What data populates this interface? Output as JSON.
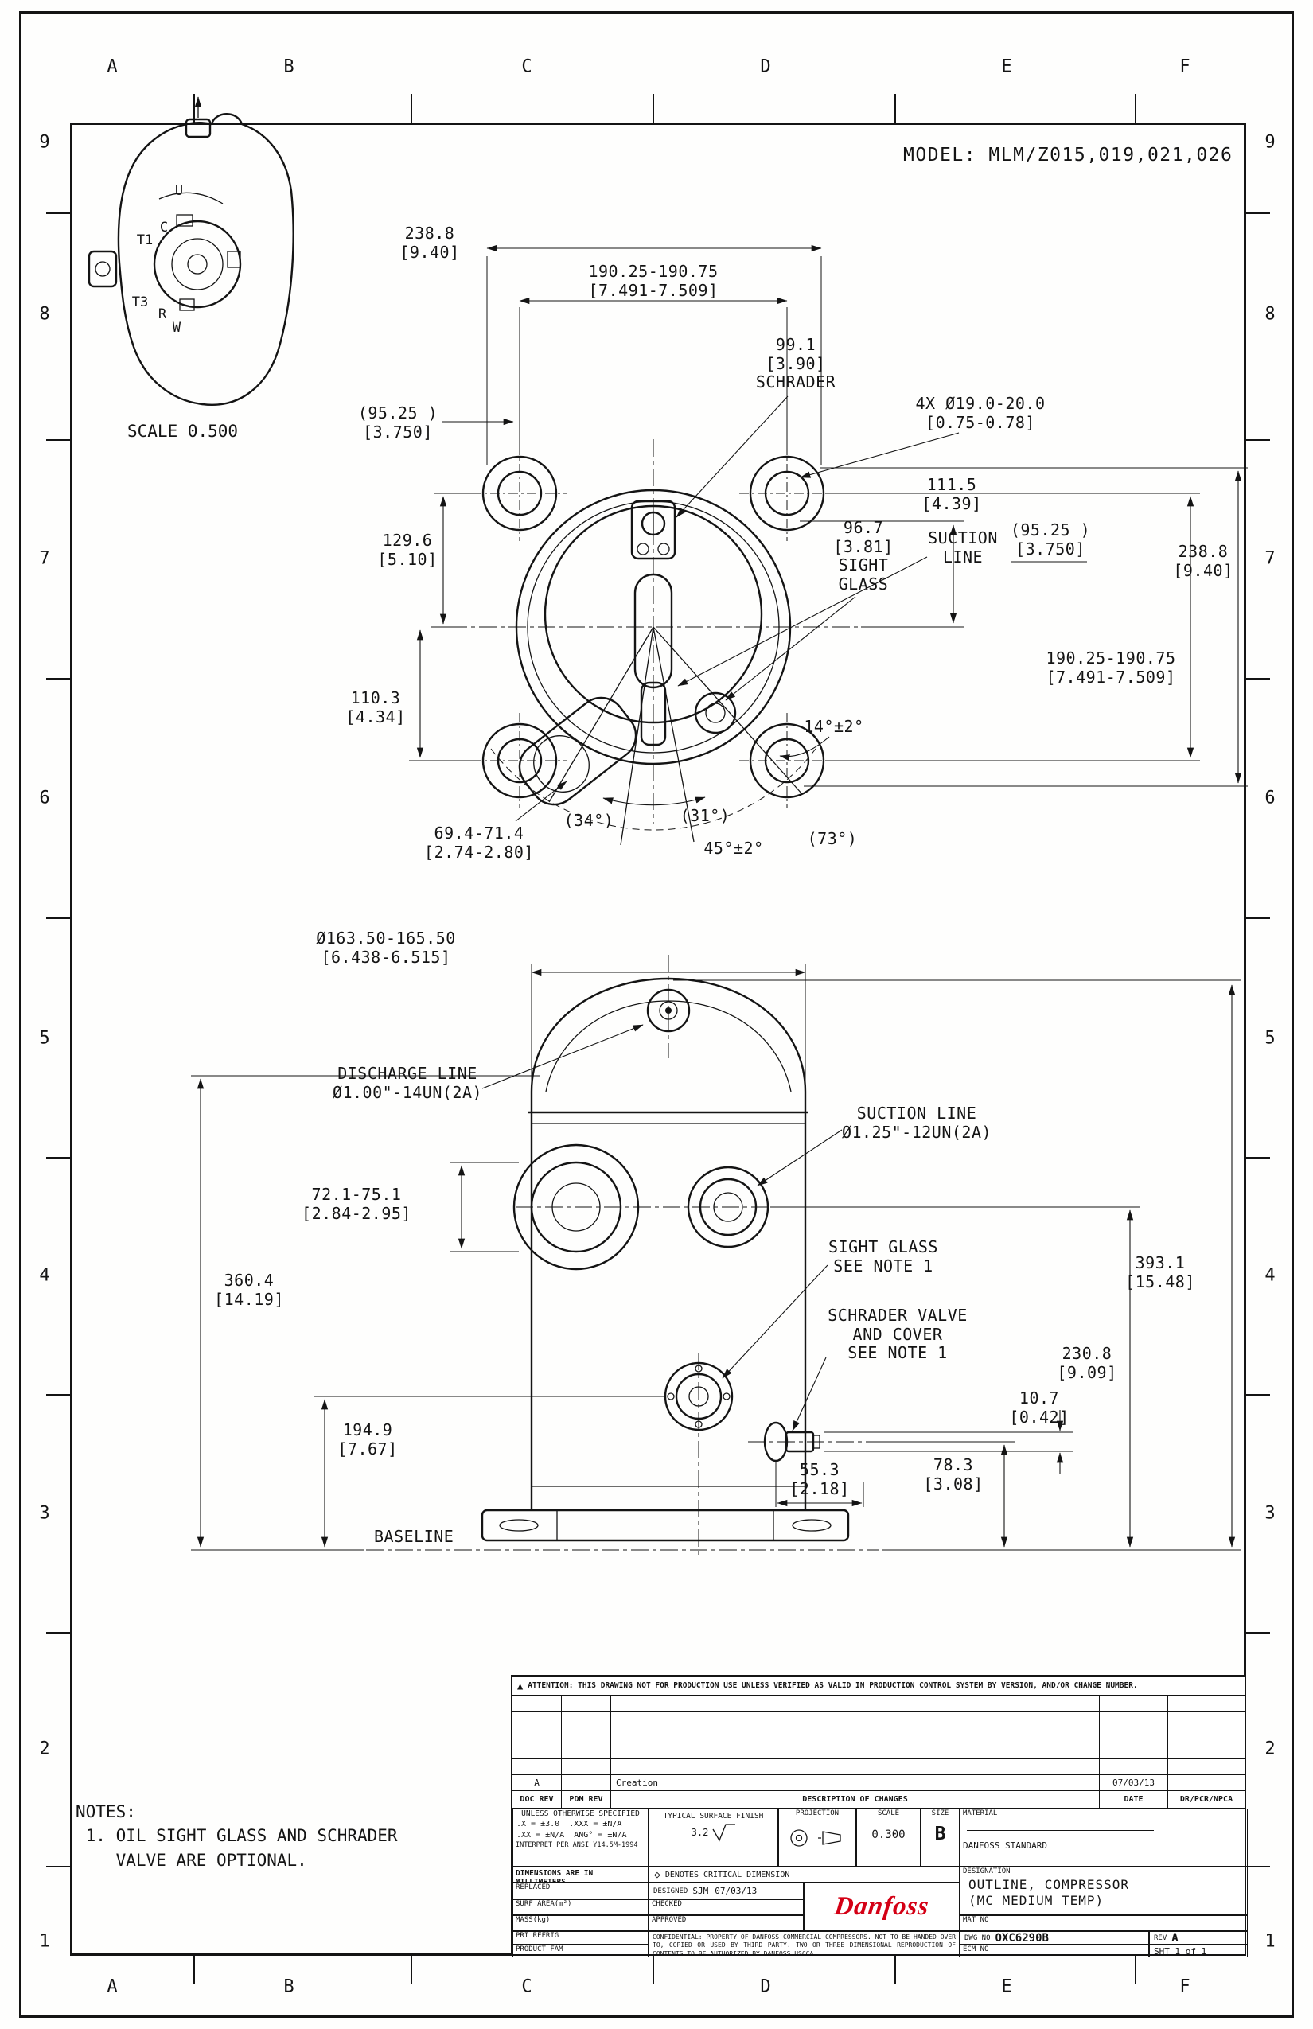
{
  "drawing": {
    "model_line": "MODEL: MLM/Z015,019,021,026",
    "scale_label": "SCALE  0.500",
    "baseline_label": "BASELINE",
    "notes": "NOTES:\n 1. OIL SIGHT GLASS AND SCHRADER\n    VALVE ARE OPTIONAL."
  },
  "grid": {
    "c1": "A",
    "c2": "B",
    "c3": "C",
    "c4": "D",
    "c5": "E",
    "c6": "F",
    "r1": "9",
    "r2": "8",
    "r3": "7",
    "r4": "6",
    "r5": "5",
    "r6": "4",
    "r7": "3",
    "r8": "2",
    "r9": "1"
  },
  "terminal": {
    "u": "U",
    "c": "C",
    "t1": "T1",
    "t3": "T3",
    "r": "R",
    "w": "W"
  },
  "icons": {
    "warning": "▲",
    "diamond": "◇"
  },
  "top_dims": {
    "d1": "238.8\n[9.40]",
    "d2": "190.25-190.75\n[7.491-7.509]",
    "d3": "99.1\n[3.90]\nSCHRADER",
    "d4": "4X Ø19.0-20.0\n[0.75-0.78]",
    "d5": "(95.25  )\n[3.750]",
    "d6": "111.5\n[4.39]",
    "d7": "96.7\n[3.81]\nSIGHT\nGLASS",
    "d8": "SUCTION\nLINE",
    "d9": "(95.25  )\n[3.750]",
    "d10": "238.8\n[9.40]",
    "d11": "129.6\n[5.10]",
    "d12": "190.25-190.75\n[7.491-7.509]",
    "d13": "110.3\n[4.34]",
    "d14": "14°±2°",
    "d15": "(34°)",
    "d16": "(31°)",
    "d17": "69.4-71.4\n[2.74-2.80]",
    "d18": "45°±2°",
    "d19": "(73°)"
  },
  "side_dims": {
    "s1": "Ø163.50-165.50\n[6.438-6.515]",
    "s2": "DISCHARGE LINE\nØ1.00\"-14UN(2A)",
    "s3": "SUCTION LINE\nØ1.25\"-12UN(2A)",
    "s4": "72.1-75.1\n[2.84-2.95]",
    "s5": "SIGHT GLASS\nSEE NOTE 1",
    "s6": "393.1\n[15.48]",
    "s7": "360.4\n[14.19]",
    "s8": "SCHRADER VALVE\nAND COVER\nSEE NOTE 1",
    "s9": "230.8\n[9.09]",
    "s10": "10.7\n[0.42]",
    "s11": "194.9\n[7.67]",
    "s12": "78.3\n[3.08]",
    "s13": "55.3\n[2.18]"
  },
  "title_block": {
    "attention": "ATTENTION: THIS DRAWING NOT FOR PRODUCTION USE UNLESS VERIFIED AS VALID IN PRODUCTION CONTROL SYSTEM BY VERSION, AND/OR CHANGE NUMBER.",
    "rev_table": {
      "entry_doc_rev": "A",
      "entry_description": "Creation",
      "entry_date": "07/03/13",
      "h_doc_rev": "DOC REV",
      "h_pdm_rev": "PDM REV",
      "h_description": "DESCRIPTION OF CHANGES",
      "h_date": "DATE",
      "h_dr": "DR/PCR/NPCA"
    },
    "tolerance": {
      "header": "UNLESS OTHERWISE SPECIFIED",
      "line1": ".X = ±3.0  .XXX = ±N/A",
      "line2": ".XX = ±N/A  ANG° = ±N/A",
      "line3": "INTERPRET PER ANSI Y14.5M-1994"
    },
    "surface": {
      "label": "TYPICAL SURFACE FINISH",
      "value": "3.2"
    },
    "projection_label": "PROJECTION",
    "scale_label": "SCALE",
    "scale_value": "0.300",
    "size_label": "SIZE",
    "size_value": "B",
    "material_label": "MATERIAL",
    "material_value": "DANFOSS STANDARD",
    "units_note": "DIMENSIONS ARE IN MILLIMETERS",
    "critical_note": "DENOTES CRITICAL DIMENSION",
    "replaced_label": "REPLACED",
    "designed_label": "DESIGNED",
    "designed_by": "SJM",
    "designed_date": "07/03/13",
    "surf_area_label": "SURF AREA(m²)",
    "checked_label": "CHECKED",
    "mass_label": "MASS(kg)",
    "approved_label": "APPROVED",
    "designation_label": "DESIGNATION",
    "designation_line1": "OUTLINE, COMPRESSOR",
    "designation_line2": "(MC MEDIUM TEMP)",
    "mat_no_label": "MAT NO",
    "pri_refrig_label": "PRI REFRIG",
    "product_fam_label": "PRODUCT FAM",
    "confidential": "CONFIDENTIAL: PROPERTY OF DANFOSS COMMERCIAL COMPRESSORS. NOT TO BE HANDED OVER TO, COPIED OR USED BY THIRD PARTY. TWO OR THREE DIMENSIONAL REPRODUCTION OF CONTENTS TO BE AUTHORIZED BY DANFOSS USCCA.",
    "dwg_label": "DWG NO",
    "dwg_value": "OXC6290B",
    "rev_label": "REV",
    "rev_value": "A",
    "ecm_label": "ECM NO",
    "sheet_value": "SHT 1 of 1",
    "logo": "Danfoss"
  }
}
